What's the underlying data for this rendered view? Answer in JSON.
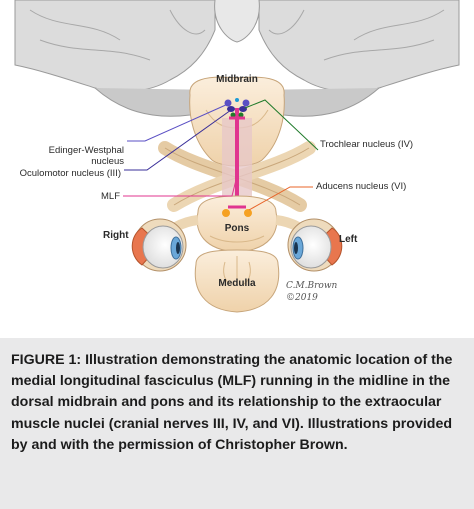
{
  "figure": {
    "labels": {
      "midbrain": "Midbrain",
      "edinger_westphal": "Edinger-Westphal nucleus",
      "oculomotor": "Oculomotor nucleus (III)",
      "mlf": "MLF",
      "right": "Right",
      "trochlear": "Trochlear nucleus (IV)",
      "abducens": "Aducens nucleus (VI)",
      "left": "Left",
      "pons": "Pons",
      "medulla": "Medulla",
      "signature": "C.M.Brown ©2019"
    },
    "colors": {
      "edinger_westphal": "#5a4fc4",
      "oculomotor": "#3a2f99",
      "mlf": "#e0358f",
      "trochlear": "#1f7a2a",
      "abducens": "#e8642a",
      "muscle": "#e8764e",
      "eye_blue": "#6aa7d8",
      "tissue": "#f7e3c7",
      "caption_bg": "#e9e9ea"
    }
  },
  "caption": {
    "text": "FIGURE 1: Illustration demonstrating the anatomic location of the medial longitudinal fasciculus (MLF) running in the midline in the dorsal midbrain and pons and its relationship to the extraocular muscle nuclei (cranial nerves III, IV, and VI). Illustrations provided by and with the permission of Christopher Brown."
  }
}
